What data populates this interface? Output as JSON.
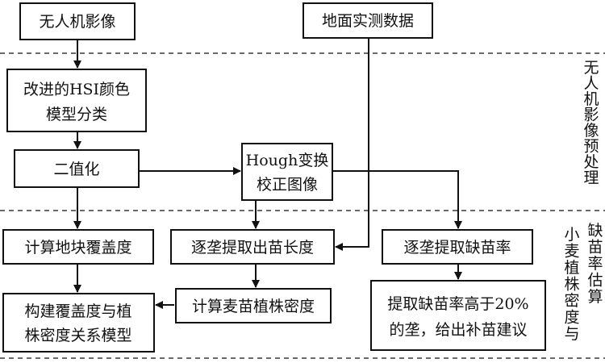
{
  "nodes": {
    "uav_image": {
      "lines": [
        "无人机影像"
      ]
    },
    "ground_data": {
      "lines": [
        "地面实测数据"
      ]
    },
    "hsi_classify": {
      "lines": [
        "改进的HSI颜色",
        "模型分类"
      ]
    },
    "binarize": {
      "lines": [
        "二值化"
      ]
    },
    "hough": {
      "lines": [
        "Hough变换",
        "校正图像"
      ]
    },
    "coverage": {
      "lines": [
        "计算地块覆盖度"
      ]
    },
    "seedling_length": {
      "lines": [
        "逐垄提取出苗长度"
      ]
    },
    "missing_rate": {
      "lines": [
        "逐垄提取缺苗率"
      ]
    },
    "model": {
      "lines": [
        "构建覆盖度与植",
        "株密度关系模型"
      ]
    },
    "density": {
      "lines": [
        "计算麦苗植株密度"
      ]
    },
    "advice": {
      "lines": [
        "提取缺苗率高于20%",
        "的垄，给出补苗建议"
      ]
    }
  },
  "side_labels": {
    "preprocess": "无人机影像预处理",
    "estimation_right": "缺苗率估算",
    "estimation_left": "小麦植株密度与"
  }
}
